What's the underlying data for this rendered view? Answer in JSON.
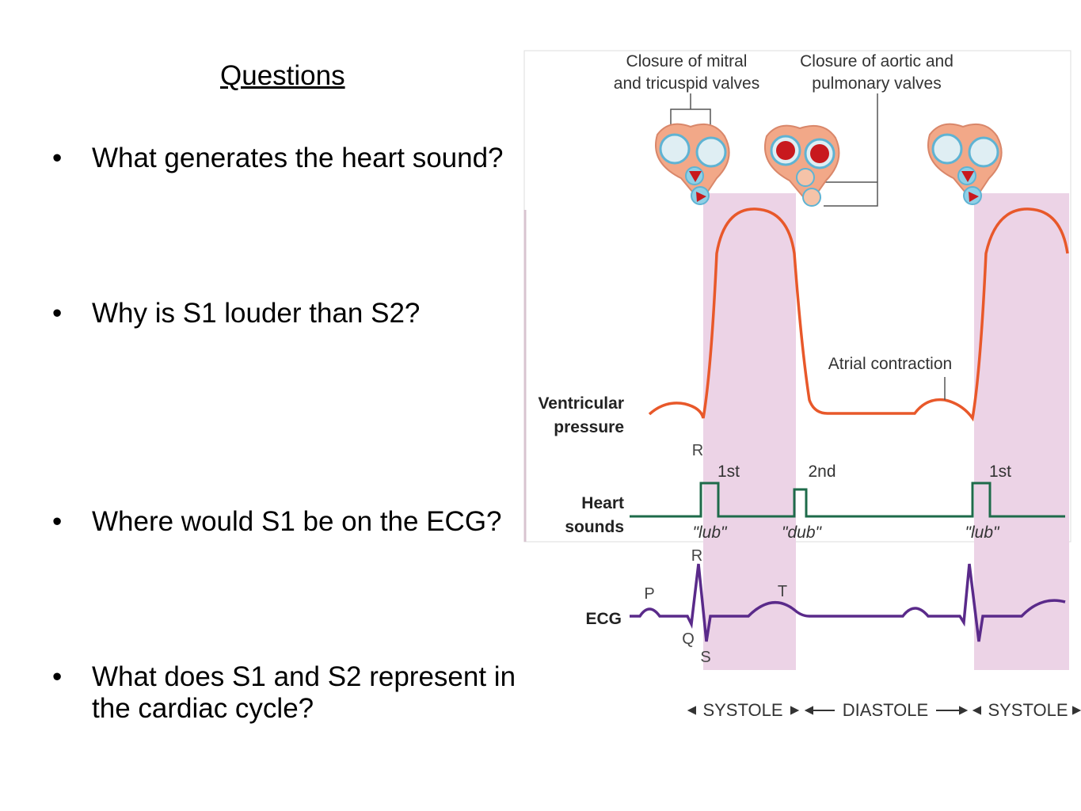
{
  "slide": {
    "title": "Questions",
    "bullet_char": "•",
    "questions": [
      "What generates the heart sound?",
      "Why is S1 louder than S2?",
      "Where would S1 be on the ECG?",
      "What does S1 and S2 represent in the cardiac cycle?"
    ]
  },
  "diagram": {
    "valve_labels": {
      "mitral_line1": "Closure of mitral",
      "mitral_line2": "and tricuspid valves",
      "aortic_line1": "Closure of aortic and",
      "aortic_line2": "pulmonary valves"
    },
    "pressure_label_line1": "Ventricular",
    "pressure_label_line2": "pressure",
    "atrial_label": "Atrial contraction",
    "heart_label_line1": "Heart",
    "heart_label_line2": "sounds",
    "ecg_label": "ECG",
    "sound_labels": {
      "first_a": "1st",
      "second": "2nd",
      "first_b": "1st",
      "lub_a": "\"lub\"",
      "dub": "\"dub\"",
      "lub_b": "\"lub\""
    },
    "ecg_waves": {
      "r_top": "R",
      "r": "R",
      "p": "P",
      "q": "Q",
      "s": "S",
      "t": "T"
    },
    "phases": {
      "systole_a": "SYSTOLE",
      "diastole": "DIASTOLE",
      "systole_b": "SYSTOLE"
    },
    "colors": {
      "systole_band": "#ecd3e6",
      "pressure_curve": "#e8582a",
      "heart_sounds_trace": "#1e6b4a",
      "ecg_trace": "#5a2a8a",
      "heart_fill": "#f2a888",
      "valve_fill": "#8fd0e6",
      "valve_closed_red": "#c8191e"
    }
  }
}
